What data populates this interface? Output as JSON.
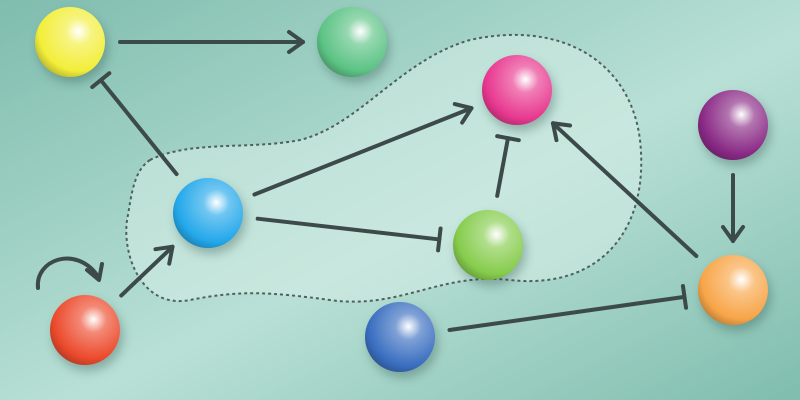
{
  "diagram": {
    "type": "network",
    "background_colors": [
      "#7fbdae",
      "#b9e0d6"
    ],
    "region_fill": "#d3ece4",
    "edge_color": "#3d4a4a",
    "nodes": [
      {
        "id": "yellow",
        "color": "#f3ee3a"
      },
      {
        "id": "green-top",
        "color": "#5cc385"
      },
      {
        "id": "pink",
        "color": "#e8388f"
      },
      {
        "id": "purple",
        "color": "#8a2a86"
      },
      {
        "id": "cyan",
        "color": "#23a8ea"
      },
      {
        "id": "light-green",
        "color": "#86cc4c"
      },
      {
        "id": "orange",
        "color": "#f8a548"
      },
      {
        "id": "red",
        "color": "#ec4a2c"
      },
      {
        "id": "blue",
        "color": "#3a6ec0"
      }
    ],
    "edges": [
      {
        "from": "yellow",
        "to": "green-top",
        "type": "activation"
      },
      {
        "from": "cyan",
        "to": "yellow",
        "type": "inhibition"
      },
      {
        "from": "cyan",
        "to": "pink",
        "type": "activation"
      },
      {
        "from": "cyan",
        "to": "light-green",
        "type": "inhibition"
      },
      {
        "from": "light-green",
        "to": "pink",
        "type": "inhibition"
      },
      {
        "from": "orange",
        "to": "pink",
        "type": "activation"
      },
      {
        "from": "purple",
        "to": "orange",
        "type": "activation"
      },
      {
        "from": "blue",
        "to": "orange",
        "type": "inhibition"
      },
      {
        "from": "red",
        "to": "cyan",
        "type": "activation"
      },
      {
        "from": "red",
        "to": "red",
        "type": "self-activation"
      }
    ],
    "region_members": [
      "cyan",
      "pink",
      "light-green"
    ]
  }
}
